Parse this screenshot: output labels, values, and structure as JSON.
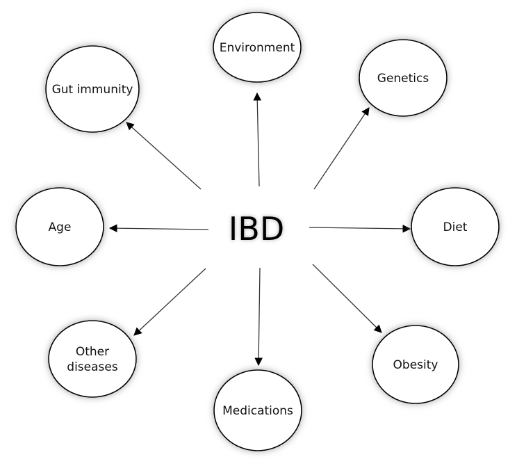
{
  "diagram": {
    "center": {
      "label": "IBD"
    },
    "factors": [
      {
        "key": "environment",
        "lines": [
          "Environment"
        ]
      },
      {
        "key": "genetics",
        "lines": [
          "Genetics"
        ]
      },
      {
        "key": "diet",
        "lines": [
          "Diet"
        ]
      },
      {
        "key": "obesity",
        "lines": [
          "Obesity"
        ]
      },
      {
        "key": "medications",
        "lines": [
          "Medications"
        ]
      },
      {
        "key": "other-diseases",
        "lines": [
          "Other",
          "diseases"
        ]
      },
      {
        "key": "age",
        "lines": [
          "Age"
        ]
      },
      {
        "key": "gut-immunity",
        "lines": [
          "Gut immunity"
        ]
      }
    ]
  },
  "colors": {
    "stroke": "#000000",
    "arrow": "#333333",
    "glow": "#9a9a9a",
    "fill": "#ffffff"
  }
}
